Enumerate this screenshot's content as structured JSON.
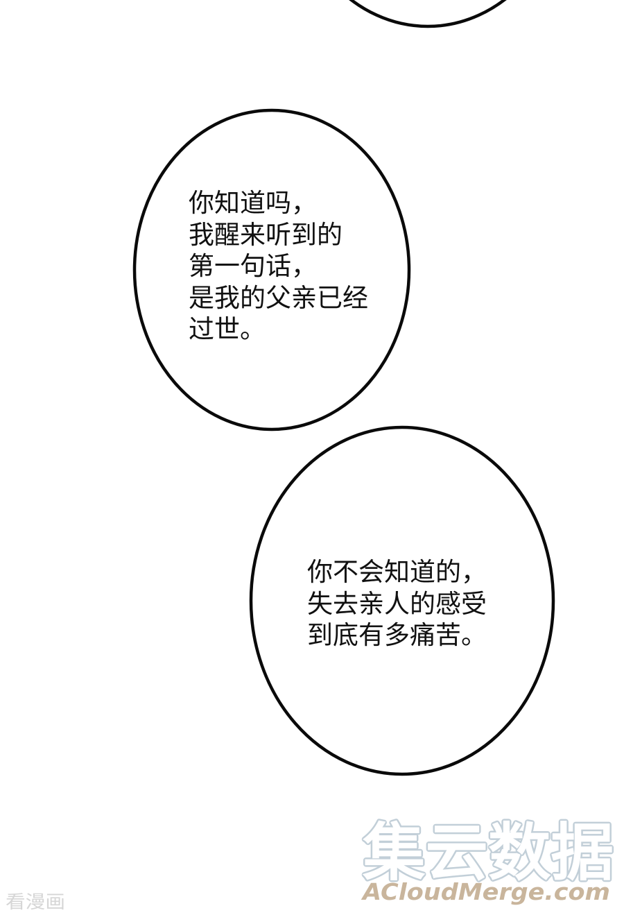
{
  "colors": {
    "background": "#ffffff",
    "bubble_stroke": "#0a0a0a",
    "text": "#111111",
    "watermark_cn_outline": "#c2cfd8",
    "watermark_en": "#c9b59c",
    "watermark_corner": "#d6d6d6"
  },
  "bubbles": [
    {
      "position": "top-partial",
      "lines": []
    },
    {
      "position": "upper-left",
      "lines": [
        "你知道吗，",
        "我醒来听到的",
        "第一句话，",
        "是我的父亲已经",
        "过世。"
      ]
    },
    {
      "position": "lower-right",
      "lines": [
        "你不会知道的，",
        "失去亲人的感受",
        "到底有多痛苦。"
      ]
    }
  ],
  "watermarks": {
    "logo_cn": "集云数据",
    "logo_en": "ACloudMerge.com",
    "corner": "看漫画"
  }
}
